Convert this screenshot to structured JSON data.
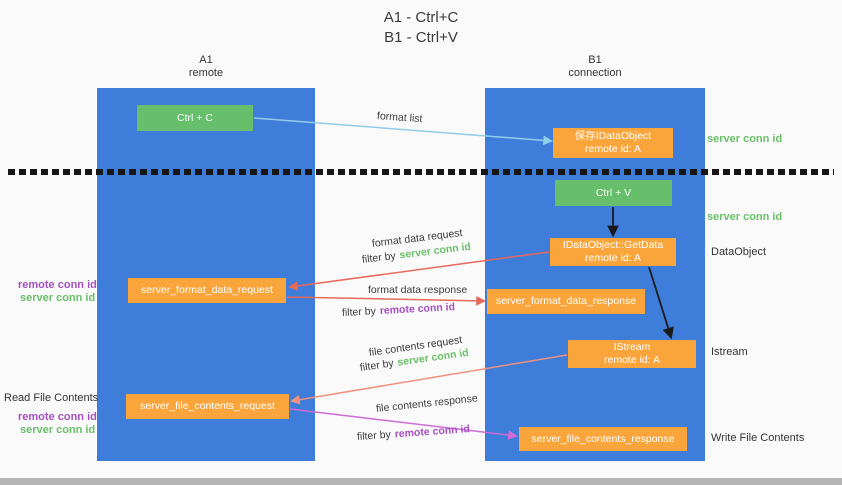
{
  "title": {
    "line1": "A1 - Ctrl+C",
    "line2": "B1 - Ctrl+V"
  },
  "lanes": {
    "left": {
      "name": "A1",
      "sub": "remote"
    },
    "right": {
      "name": "B1",
      "sub": "connection"
    }
  },
  "boxes": {
    "ctrl_c": {
      "label": "Ctrl + C"
    },
    "ctrl_v": {
      "label": "Ctrl + V"
    },
    "save_dataobject": {
      "line1": "保存IDataObject",
      "line2": "remote id: A"
    },
    "getdata": {
      "line1": "IDataObject::GetData",
      "line2": "remote id: A"
    },
    "istream": {
      "line1": "IStream",
      "line2": "remote id: A"
    },
    "format_request": {
      "label": "server_format_data_request"
    },
    "format_response": {
      "label": "server_format_data_response"
    },
    "file_request": {
      "label": "server_file_contents_request"
    },
    "file_response": {
      "label": "server_file_contents_response"
    }
  },
  "edge_labels": {
    "format_list": "format list",
    "format_data_request": "format data request",
    "format_data_response": "format data response",
    "file_contents_request": "file contents request",
    "file_contents_response": "file contents response",
    "filter_by": "filter by",
    "server_conn_id": "server conn id",
    "remote_conn_id": "remote conn id"
  },
  "side_labels": {
    "server_conn_id_top": "server conn id",
    "server_conn_id_mid": "server conn id",
    "dataobject": "DataObject",
    "istream": "Istream",
    "read_file_contents": "Read File Contents",
    "write_file_contents": "Write File Contents",
    "remote_conn_id": "remote conn id",
    "server_conn_id": "server conn id"
  },
  "colors": {
    "lane_blue": "#3e7dd9",
    "box_green": "#67bf6b",
    "box_orange": "#f9a53c",
    "text_green": "#6abf69",
    "text_purple": "#a54fc0",
    "arrow_blue": "#90cde8",
    "arrow_red": "#e8685a",
    "arrow_salmon": "#f0907e",
    "arrow_magenta": "#cf6bd6",
    "arrow_black": "#1a1a1a"
  }
}
